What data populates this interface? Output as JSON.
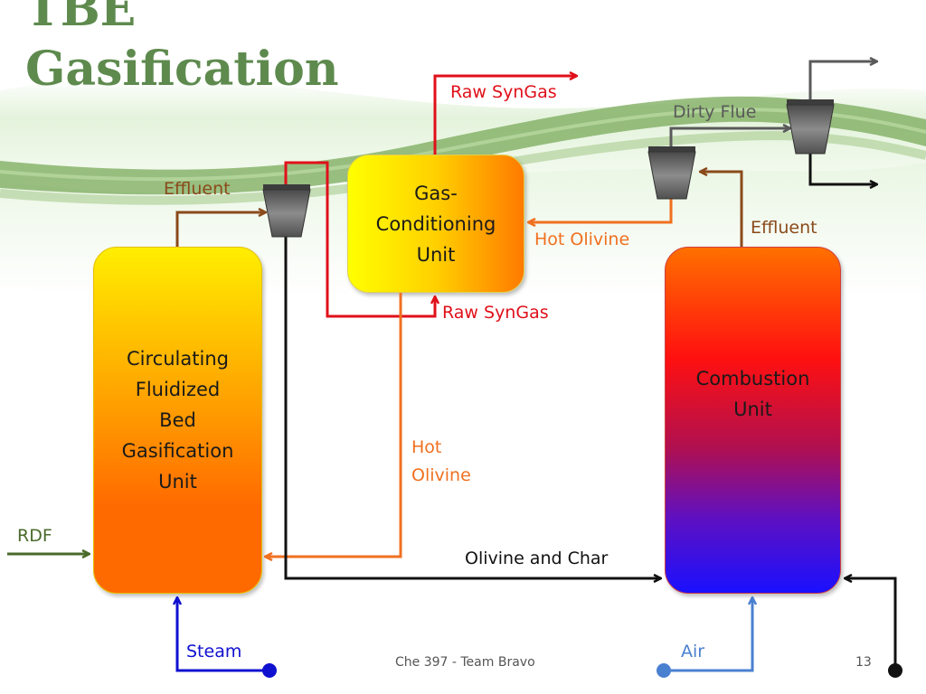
{
  "slide": {
    "title_line1": "TBE",
    "title_line2": "Gasification",
    "footer": "Che 397 - Team Bravo",
    "page_number": "13"
  },
  "units": {
    "gasifier": [
      "Circulating",
      "Fluidized",
      "Bed",
      "Gasification",
      "Unit"
    ],
    "gas_conditioning": [
      "Gas-",
      "Conditioning",
      "Unit"
    ],
    "combustion": [
      "Combustion",
      "Unit"
    ]
  },
  "streams": {
    "raw_syngas_out": "Raw SynGas",
    "raw_syngas_in": "Raw SynGas",
    "dirty_flue": "Dirty Flue",
    "effluent_left": "Effluent",
    "effluent_right": "Effluent",
    "hot_olivine_top": "Hot Olivine",
    "hot_olivine_mid_line1": "Hot",
    "hot_olivine_mid_line2": "Olivine",
    "olivine_and_char": "Olivine and Char",
    "rdf": "RDF",
    "steam": "Steam",
    "air": "Air"
  },
  "colors": {
    "title": "#5e8a4e",
    "syngas": "#e0101a",
    "olivine": "#f07020",
    "effluent": "#8a4a1a",
    "rdf": "#4a6a2a",
    "steam": "#1010d0",
    "air": "#4a80d0",
    "black_stream": "#111111",
    "flue": "#5a5a5a"
  }
}
